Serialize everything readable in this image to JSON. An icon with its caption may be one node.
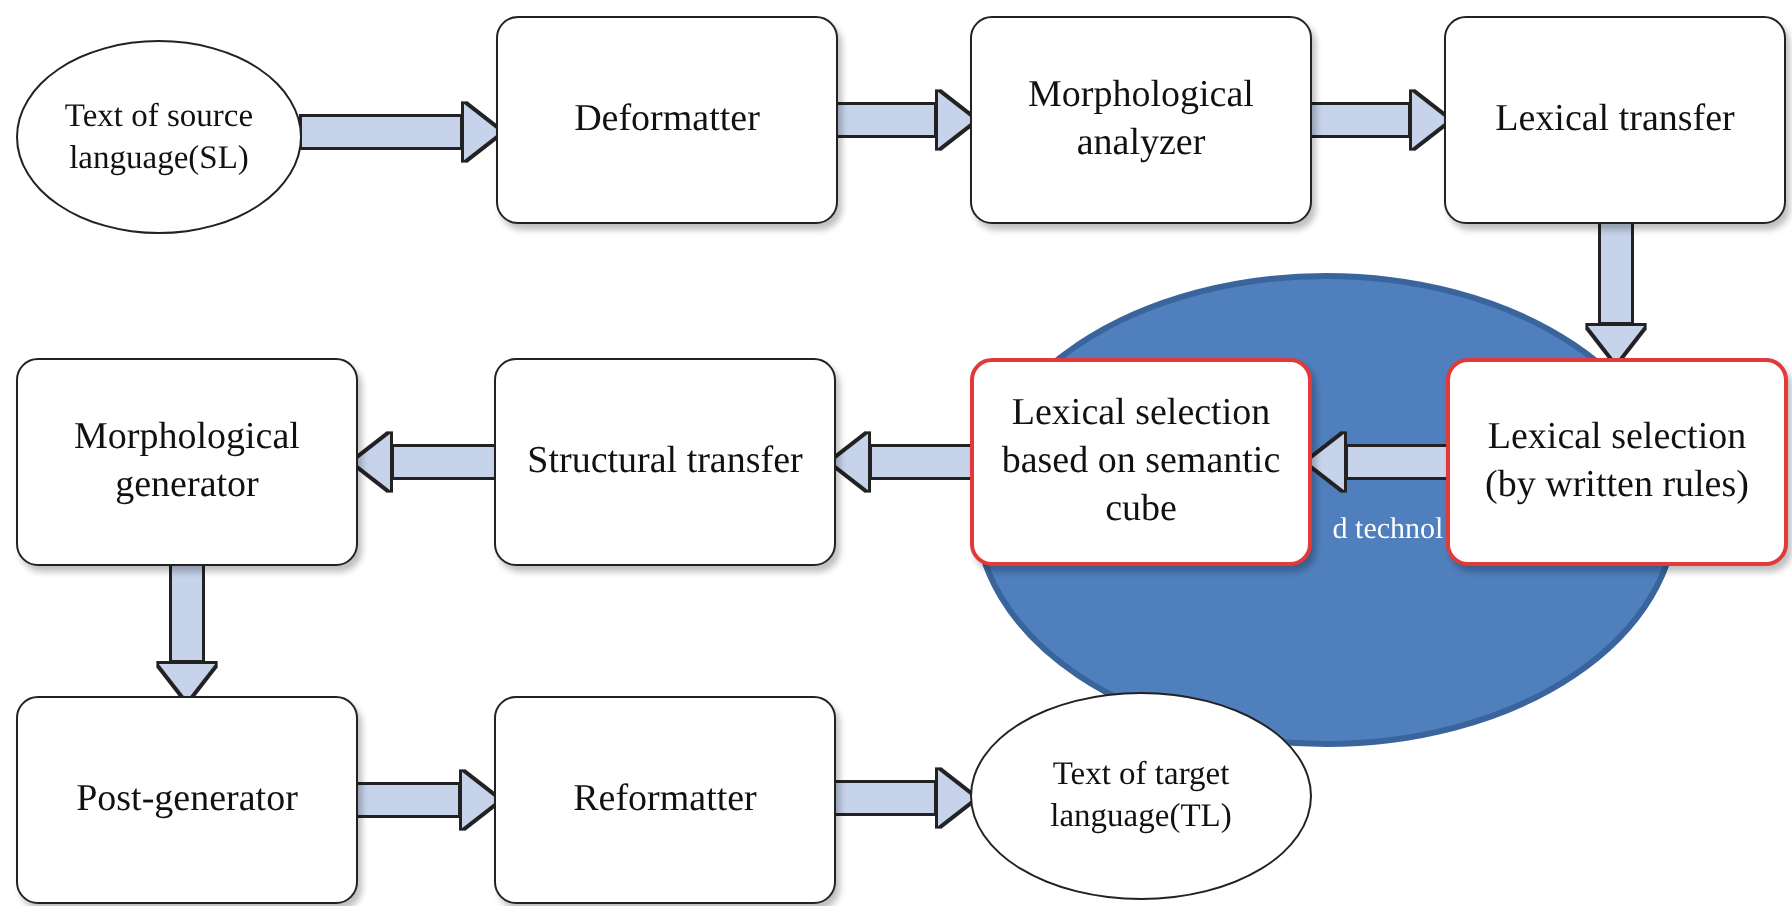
{
  "diagram": {
    "nodes": [
      {
        "text": [
          "Text of source language(SL)"
        ]
      },
      {
        "text": [
          "Deformatter"
        ]
      },
      {
        "text": [
          "Morphological analyzer"
        ]
      },
      {
        "text": [
          "Lexical transfer"
        ]
      },
      {
        "text": [
          "d technol"
        ]
      },
      {
        "text": [
          "Morphological generator"
        ]
      },
      {
        "text": [
          "Structural transfer"
        ]
      },
      {
        "text": [
          "Lexical selection based on semantic cube"
        ]
      },
      {
        "text": [
          "Lexical selection (by written rules)"
        ]
      },
      {
        "text": [
          "Post-generator"
        ]
      },
      {
        "text": [
          "Reformatter"
        ]
      },
      {
        "text": [
          "Text of target language(TL)"
        ]
      }
    ],
    "edges": [
      {
        "from": 0,
        "to": 1,
        "arrow": "to"
      },
      {
        "from": 1,
        "to": 2,
        "arrow": "to"
      },
      {
        "from": 2,
        "to": 3,
        "arrow": "to"
      },
      {
        "from": 3,
        "to": 8,
        "arrow": "to"
      },
      {
        "from": 8,
        "to": 7,
        "arrow": "to"
      },
      {
        "from": 7,
        "to": 6,
        "arrow": "to"
      },
      {
        "from": 6,
        "to": 5,
        "arrow": "to"
      },
      {
        "from": 5,
        "to": 9,
        "arrow": "to"
      },
      {
        "from": 9,
        "to": 10,
        "arrow": "to"
      },
      {
        "from": 10,
        "to": 11,
        "arrow": "to"
      }
    ]
  }
}
